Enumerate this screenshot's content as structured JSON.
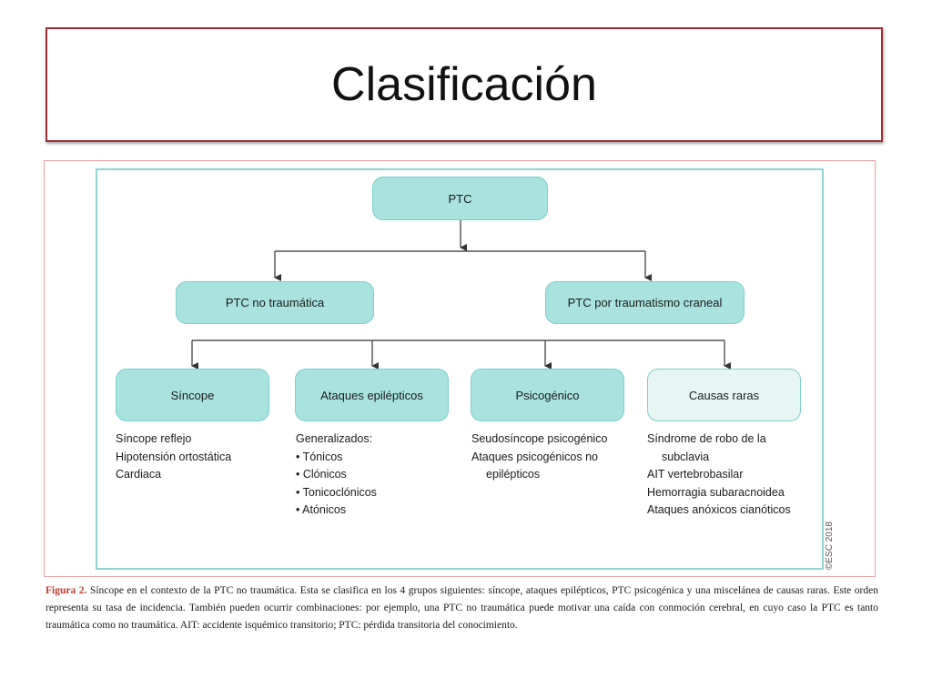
{
  "slide": {
    "title": "Clasificación"
  },
  "diagram": {
    "root": "PTC",
    "level1": [
      "PTC no traumática",
      "PTC por traumatismo craneal"
    ],
    "categories": [
      {
        "label": "Síncope",
        "items": [
          "Síncope reflejo",
          "Hipotensión ortostática",
          "Cardiaca"
        ]
      },
      {
        "label": "Ataques epilépticos",
        "items": [
          "Generalizados:",
          "Tónicos",
          "Clónicos",
          "Tonicoclónicos",
          "Atónicos"
        ]
      },
      {
        "label": "Psicogénico",
        "items": [
          "Seudosíncope psicogénico",
          "Ataques psicogénicos no",
          "epilépticos"
        ]
      },
      {
        "label": "Causas raras",
        "items": [
          "Síndrome de robo de la",
          "subclavia",
          "AIT vertebrobasilar",
          "Hemorragia subaracnoidea",
          "Ataques anóxicos cianóticos"
        ]
      }
    ],
    "colors": {
      "node_fill": "#a9e2df",
      "node_fill_light": "#e6f6f5",
      "node_border": "#7ccfcc",
      "frame": "#8fd6d3"
    },
    "copyright": "©ESC 2018"
  },
  "caption": {
    "label": "Figura 2.",
    "text": "Síncope en el contexto de la PTC no traumática. Esta se clasifica en los 4 grupos siguientes: síncope, ataques epilépticos, PTC psicogénica y una miscelánea de causas raras. Este orden representa su tasa de incidencia. También pueden ocurrir combinaciones: por ejemplo, una PTC no traumática puede motivar una caída con conmoción cerebral, en cuyo caso la PTC es tanto traumática como no traumática. AIT: accidente isquémico transitorio; PTC: pérdida transitoria del conocimiento."
  }
}
